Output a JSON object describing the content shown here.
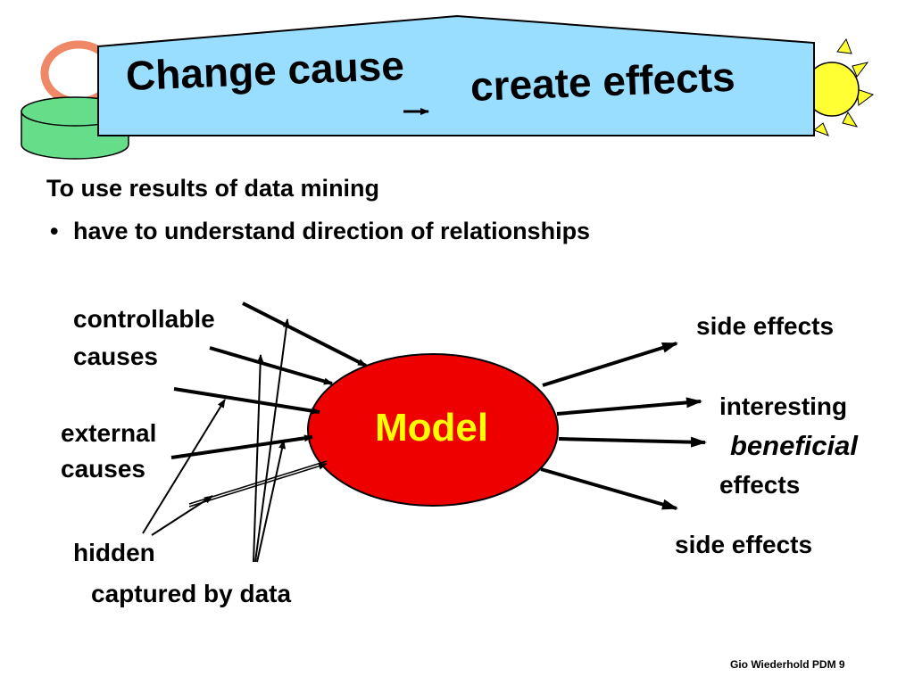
{
  "slide": {
    "title_part1": "Change cause",
    "title_arrow": "→",
    "title_part2": "create effects",
    "intro": "To use results of data mining",
    "bullet_marker": "•",
    "bullet": "have to understand direction of relationships",
    "footer": "Gio Wiederhold PDM 9"
  },
  "diagram": {
    "center": "Model",
    "causes": {
      "controllable_line1": "controllable",
      "controllable_line2": "causes",
      "external_line1": "external",
      "external_line2": "causes",
      "hidden": "hidden",
      "captured": "captured by data"
    },
    "effects": {
      "side_top": "side effects",
      "interesting": "interesting",
      "beneficial": "beneficial",
      "effects": "effects",
      "side_bottom": "side effects"
    }
  },
  "colors": {
    "banner_fill": "#99ddff",
    "model_fill": "#ee0000",
    "model_text": "#ffff00",
    "sun_fill": "#ffff33",
    "cylinder_fill": "#66dd88",
    "ring_stroke": "#ee8866"
  },
  "decorations": [
    "ring-icon",
    "cylinder-icon",
    "sun-icon"
  ]
}
